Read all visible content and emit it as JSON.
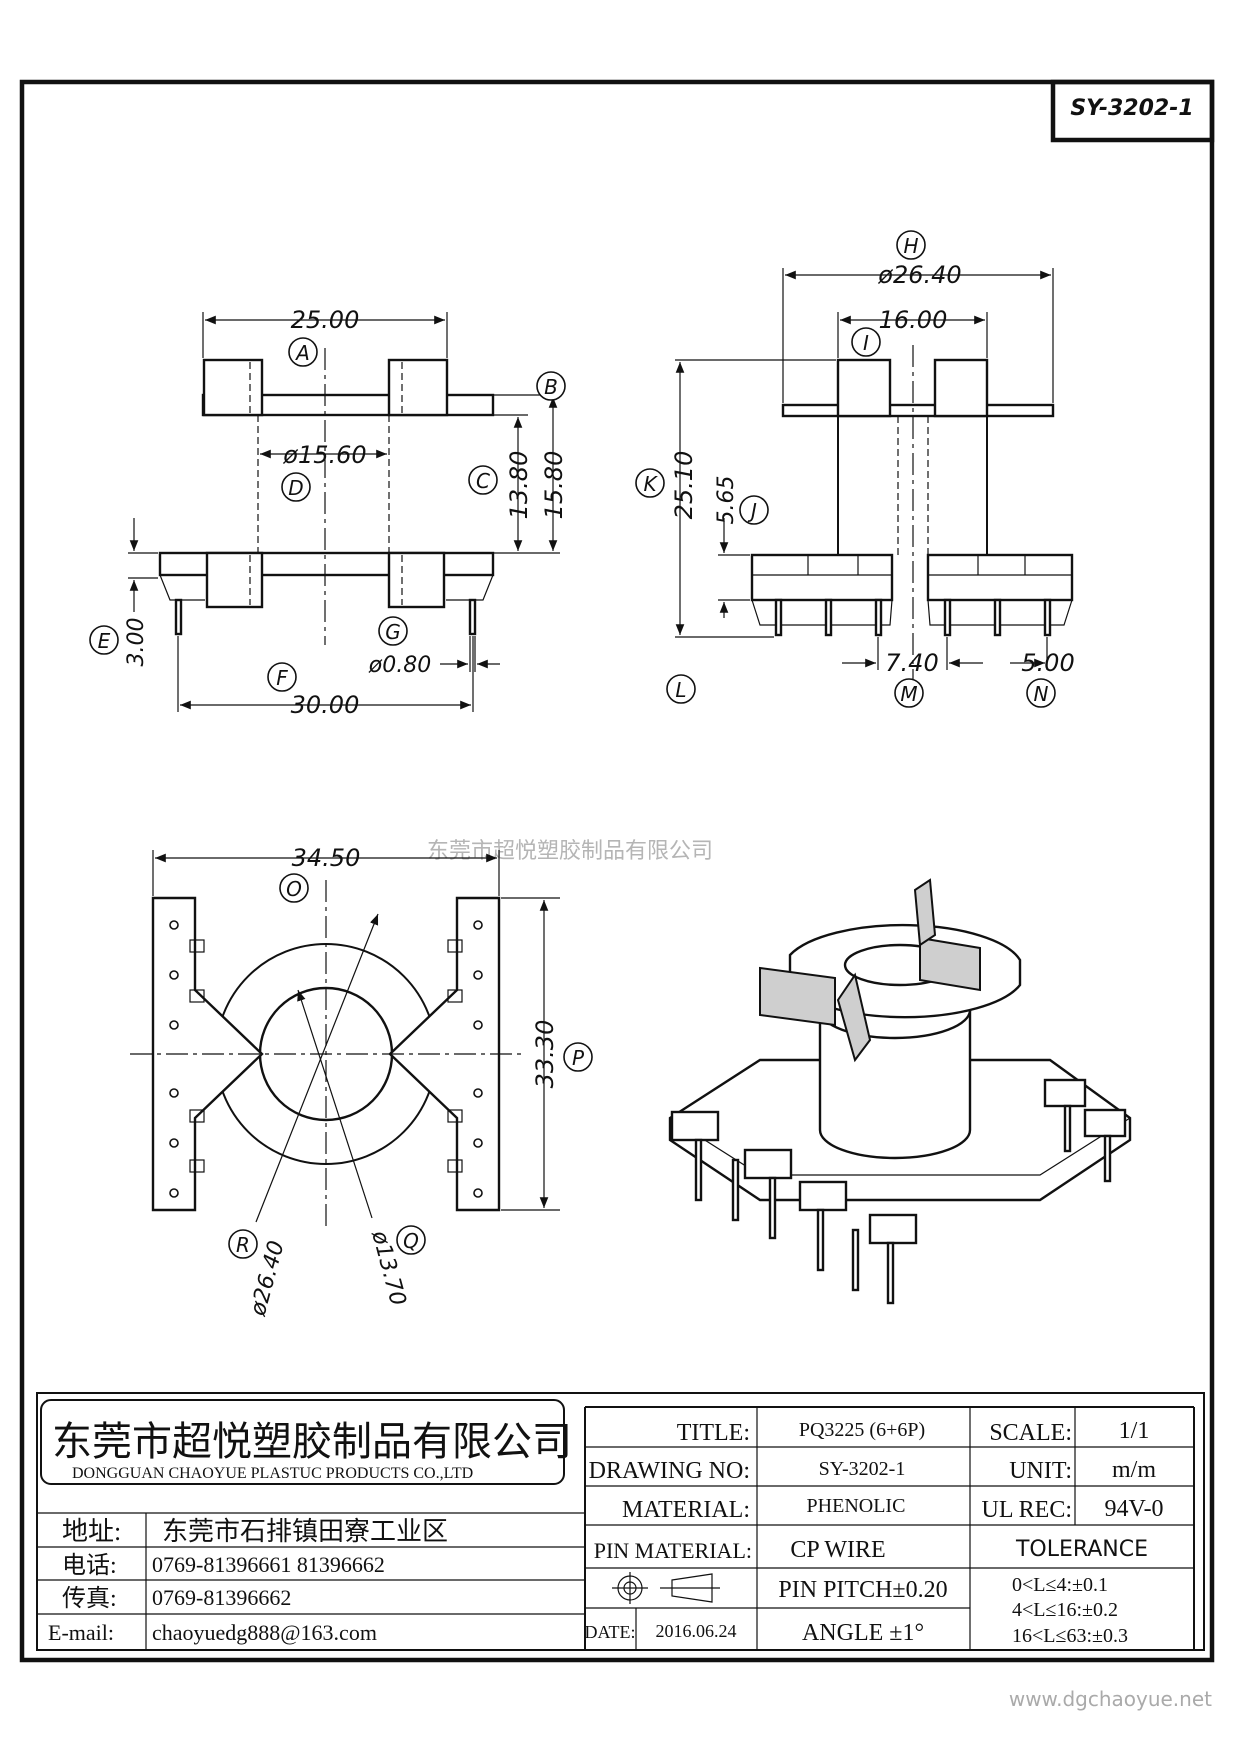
{
  "drawing_code": "SY-3202-1",
  "watermark": "东莞市超悦塑胶制品有限公司",
  "website": "www.dgchaoyue.net",
  "front_view": {
    "dims": {
      "top_width": "25.00",
      "core_dia": "ø15.60",
      "c_height": "13.80",
      "b_height": "15.80",
      "e_height": "3.00",
      "pin_dia": "ø0.80",
      "bottom_width": "30.00"
    },
    "labels": {
      "a": "A",
      "b": "B",
      "c": "C",
      "d": "D",
      "e": "E",
      "f": "F",
      "g": "G"
    }
  },
  "side_view": {
    "dims": {
      "h_dia": "ø26.40",
      "i_width": "16.00",
      "k_height": "25.10",
      "j_height": "5.65",
      "m_pitch": "7.40",
      "n_pitch": "5.00"
    },
    "labels": {
      "h": "H",
      "i": "I",
      "j": "J",
      "k": "K",
      "l": "L",
      "m": "M",
      "n": "N"
    }
  },
  "bottom_view": {
    "dims": {
      "o_width": "34.50",
      "p_height": "33.30",
      "r_dia": "ø26.40",
      "q_dia": "ø13.70"
    },
    "labels": {
      "o": "O",
      "p": "P",
      "q": "Q",
      "r": "R"
    }
  },
  "title_block": {
    "company_cn": "东莞市超悦塑胶制品有限公司",
    "company_en": "DONGGUAN CHAOYUE PLASTUC PRODUCTS CO.,LTD",
    "address_label": "地址:",
    "address_value": "东莞市石排镇田寮工业区",
    "phone_label": "电话:",
    "phone_value": "0769-81396661   81396662",
    "fax_label": "传真:",
    "fax_value": "0769-81396662",
    "email_label": "E-mail:",
    "email_value": "chaoyuedg888@163.com",
    "title_label": "TITLE:",
    "title_value": "PQ3225 (6+6P)",
    "drawing_no_label": "DRAWING NO:",
    "drawing_no_value": "SY-3202-1",
    "material_label": "MATERIAL:",
    "material_value": "PHENOLIC",
    "pin_material_label": "PIN MATERIAL:",
    "pin_material_value": "CP WIRE",
    "pin_pitch": "PIN PITCH±0.20",
    "angle": "ANGLE  ±1°",
    "date_label": "DATE:",
    "date_value": "2016.06.24",
    "scale_label": "SCALE:",
    "scale_value": "1/1",
    "unit_label": "UNIT:",
    "unit_value": "m/m",
    "ul_label": "UL REC:",
    "ul_value": "94V-0",
    "tolerance_label": "TOLERANCE",
    "tol1": "0<L≤4:±0.1",
    "tol2": "4<L≤16:±0.2",
    "tol3": "16<L≤63:±0.3"
  }
}
